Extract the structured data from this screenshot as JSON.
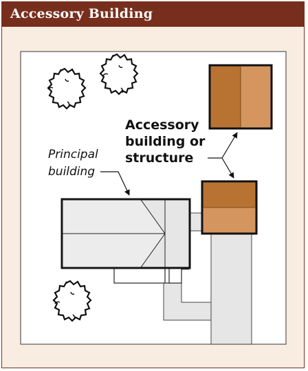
{
  "title": "Accessory Building",
  "labels": {
    "accessory_line1": "Accessory",
    "accessory_line2": "building or",
    "accessory_line3": "structure",
    "principal_line1": "Principal",
    "principal_line2": "building"
  },
  "colors": {
    "header": "#772e1c",
    "panel": "#f9ede2",
    "roof_dark": "#b87332",
    "roof_light": "#d4965e",
    "driveway": "#e6e6e6"
  }
}
